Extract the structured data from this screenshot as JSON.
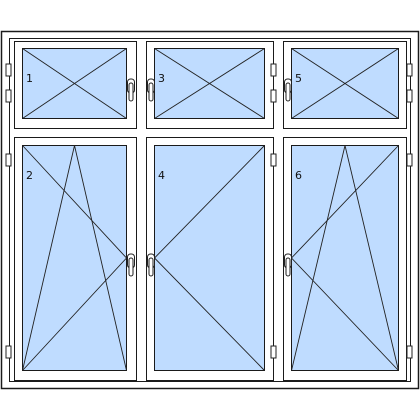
{
  "colors": {
    "background": "#ffffff",
    "frame_stroke": "#1a1a1a",
    "glass_fill": "#bfdcff",
    "line_stroke": "#222222",
    "hardware_fill": "#ffffff"
  },
  "sashes": [
    {
      "id": "sash-1",
      "number": "1",
      "opening": "tilt"
    },
    {
      "id": "sash-3",
      "number": "3",
      "opening": "tilt"
    },
    {
      "id": "sash-5",
      "number": "5",
      "opening": "tilt"
    },
    {
      "id": "sash-2",
      "number": "2",
      "opening": "tilt-turn-left-hinge"
    },
    {
      "id": "sash-4",
      "number": "4",
      "opening": "turn-left-hinge"
    },
    {
      "id": "sash-6",
      "number": "6",
      "opening": "tilt-turn-right-hinge"
    }
  ],
  "icons": {
    "handle": "window-handle-icon",
    "hinge": "hinge-icon"
  }
}
